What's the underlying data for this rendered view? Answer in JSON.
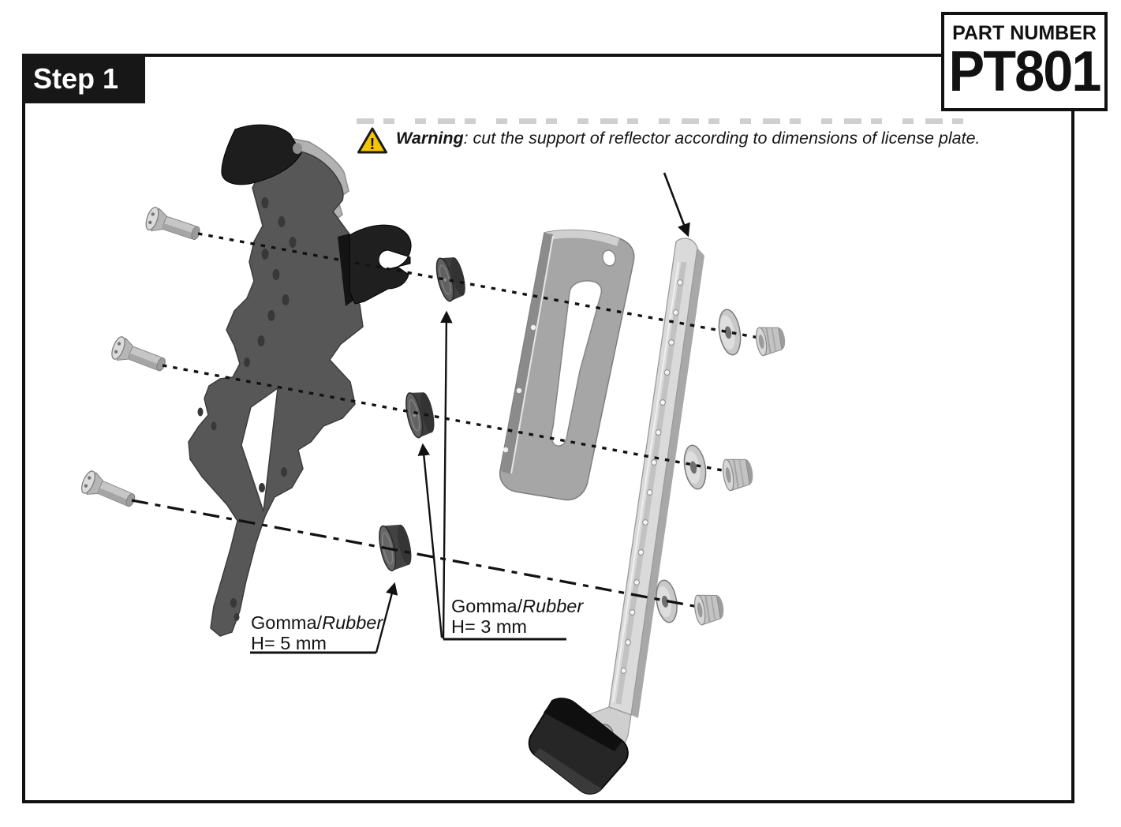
{
  "step": {
    "label": "Step 1"
  },
  "part_number_box": {
    "caption": "PART NUMBER",
    "value": "PT801"
  },
  "warning": {
    "icon": "warning-triangle-icon",
    "icon_glyph": "!",
    "label": "Warning",
    "text": ": cut the support of reflector according to dimensions of license plate."
  },
  "callouts": {
    "rubber_5mm": {
      "name_plain": "Gomma/",
      "name_italic": "Rubber",
      "dimension": "H= 5 mm"
    },
    "rubber_3mm": {
      "name_plain": "Gomma/",
      "name_italic": "Rubber",
      "dimension": "H= 3 mm"
    }
  },
  "diagram": {
    "description": "Exploded assembly view, Step 1 of license plate holder kit PT801",
    "parts": [
      "countersunk-screw-top",
      "countersunk-screw-middle",
      "countersunk-screw-bottom",
      "license-plate-bracket",
      "bracket-light-cover",
      "bracket-hook",
      "rubber-spacer-3mm-top",
      "rubber-spacer-3mm-middle",
      "rubber-spacer-5mm",
      "reflector-support",
      "license-plate-support-strip",
      "reflector",
      "washer-top",
      "washer-middle",
      "washer-bottom",
      "nut-top",
      "nut-middle",
      "nut-bottom"
    ]
  },
  "colors": {
    "ink": "#111111",
    "warning_yellow": "#F6C500",
    "bracket_dark": "#575757",
    "part_black": "#1d1d1d",
    "metal_light": "#d9d9d9",
    "metal_mid": "#a6a6a6",
    "rubber_dark": "#3e3e3e"
  }
}
